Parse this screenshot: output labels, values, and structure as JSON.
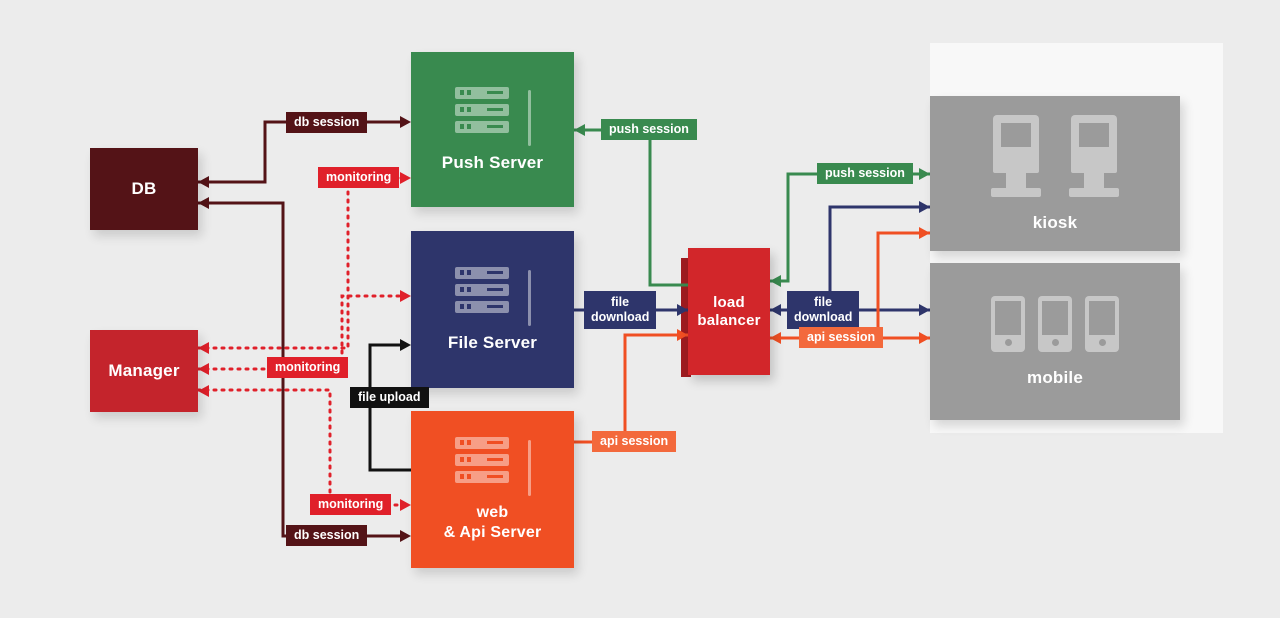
{
  "diagram": {
    "nodes": {
      "db": {
        "label": "DB",
        "color": "#541317"
      },
      "manager": {
        "label": "Manager",
        "color": "#c4242c"
      },
      "push_server": {
        "label": "Push Server",
        "color": "#398a4f"
      },
      "file_server": {
        "label": "File Server",
        "color": "#2e356b"
      },
      "web_api_server": {
        "label": "web\n& Api Server",
        "color": "#f04f23"
      },
      "load_balancer": {
        "label": "load\nbalancer",
        "color": "#d2262a"
      },
      "kiosk": {
        "label": "kiosk",
        "color": "#9b9b9b"
      },
      "mobile": {
        "label": "mobile",
        "color": "#9b9b9b"
      }
    },
    "edges": {
      "db_session_top": {
        "label": "db session",
        "endpoints": [
          "DB",
          "Push Server"
        ],
        "style": "solid",
        "color": "#541317"
      },
      "db_session_bottom": {
        "label": "db session",
        "endpoints": [
          "DB",
          "web & Api Server"
        ],
        "style": "solid",
        "color": "#541317"
      },
      "monitoring_push": {
        "label": "monitoring",
        "endpoints": [
          "Manager",
          "Push Server"
        ],
        "style": "dotted",
        "color": "#e0202a"
      },
      "monitoring_file": {
        "label": "monitoring",
        "endpoints": [
          "Manager",
          "File Server"
        ],
        "style": "dotted",
        "color": "#e0202a"
      },
      "monitoring_web": {
        "label": "monitoring",
        "endpoints": [
          "Manager",
          "web & Api Server"
        ],
        "style": "dotted",
        "color": "#e0202a"
      },
      "push_session_left": {
        "label": "push session",
        "endpoints": [
          "load balancer",
          "Push Server"
        ],
        "style": "solid",
        "color": "#398a4f"
      },
      "push_session_right": {
        "label": "push session",
        "endpoints": [
          "kiosk",
          "load balancer"
        ],
        "style": "solid",
        "color": "#398a4f"
      },
      "file_download_left": {
        "label": "file download",
        "endpoints": [
          "File Server",
          "load balancer"
        ],
        "style": "solid",
        "color": "#2e356b"
      },
      "file_download_right": {
        "label": "file download",
        "endpoints": [
          "load balancer",
          "kiosk",
          "mobile"
        ],
        "style": "solid",
        "color": "#2e356b"
      },
      "file_upload": {
        "label": "file upload",
        "endpoints": [
          "web & Api Server",
          "File Server"
        ],
        "style": "solid",
        "color": "#111111"
      },
      "api_session_left": {
        "label": "api session",
        "endpoints": [
          "web & Api Server",
          "load balancer"
        ],
        "style": "solid",
        "color": "#f04f23"
      },
      "api_session_right": {
        "label": "api session",
        "endpoints": [
          "load balancer",
          "kiosk",
          "mobile"
        ],
        "style": "solid",
        "color": "#f04f23"
      }
    },
    "colors": {
      "background": "#ececec",
      "client_panel": "#f8f8f8",
      "client_gray": "#9b9b9b"
    }
  }
}
